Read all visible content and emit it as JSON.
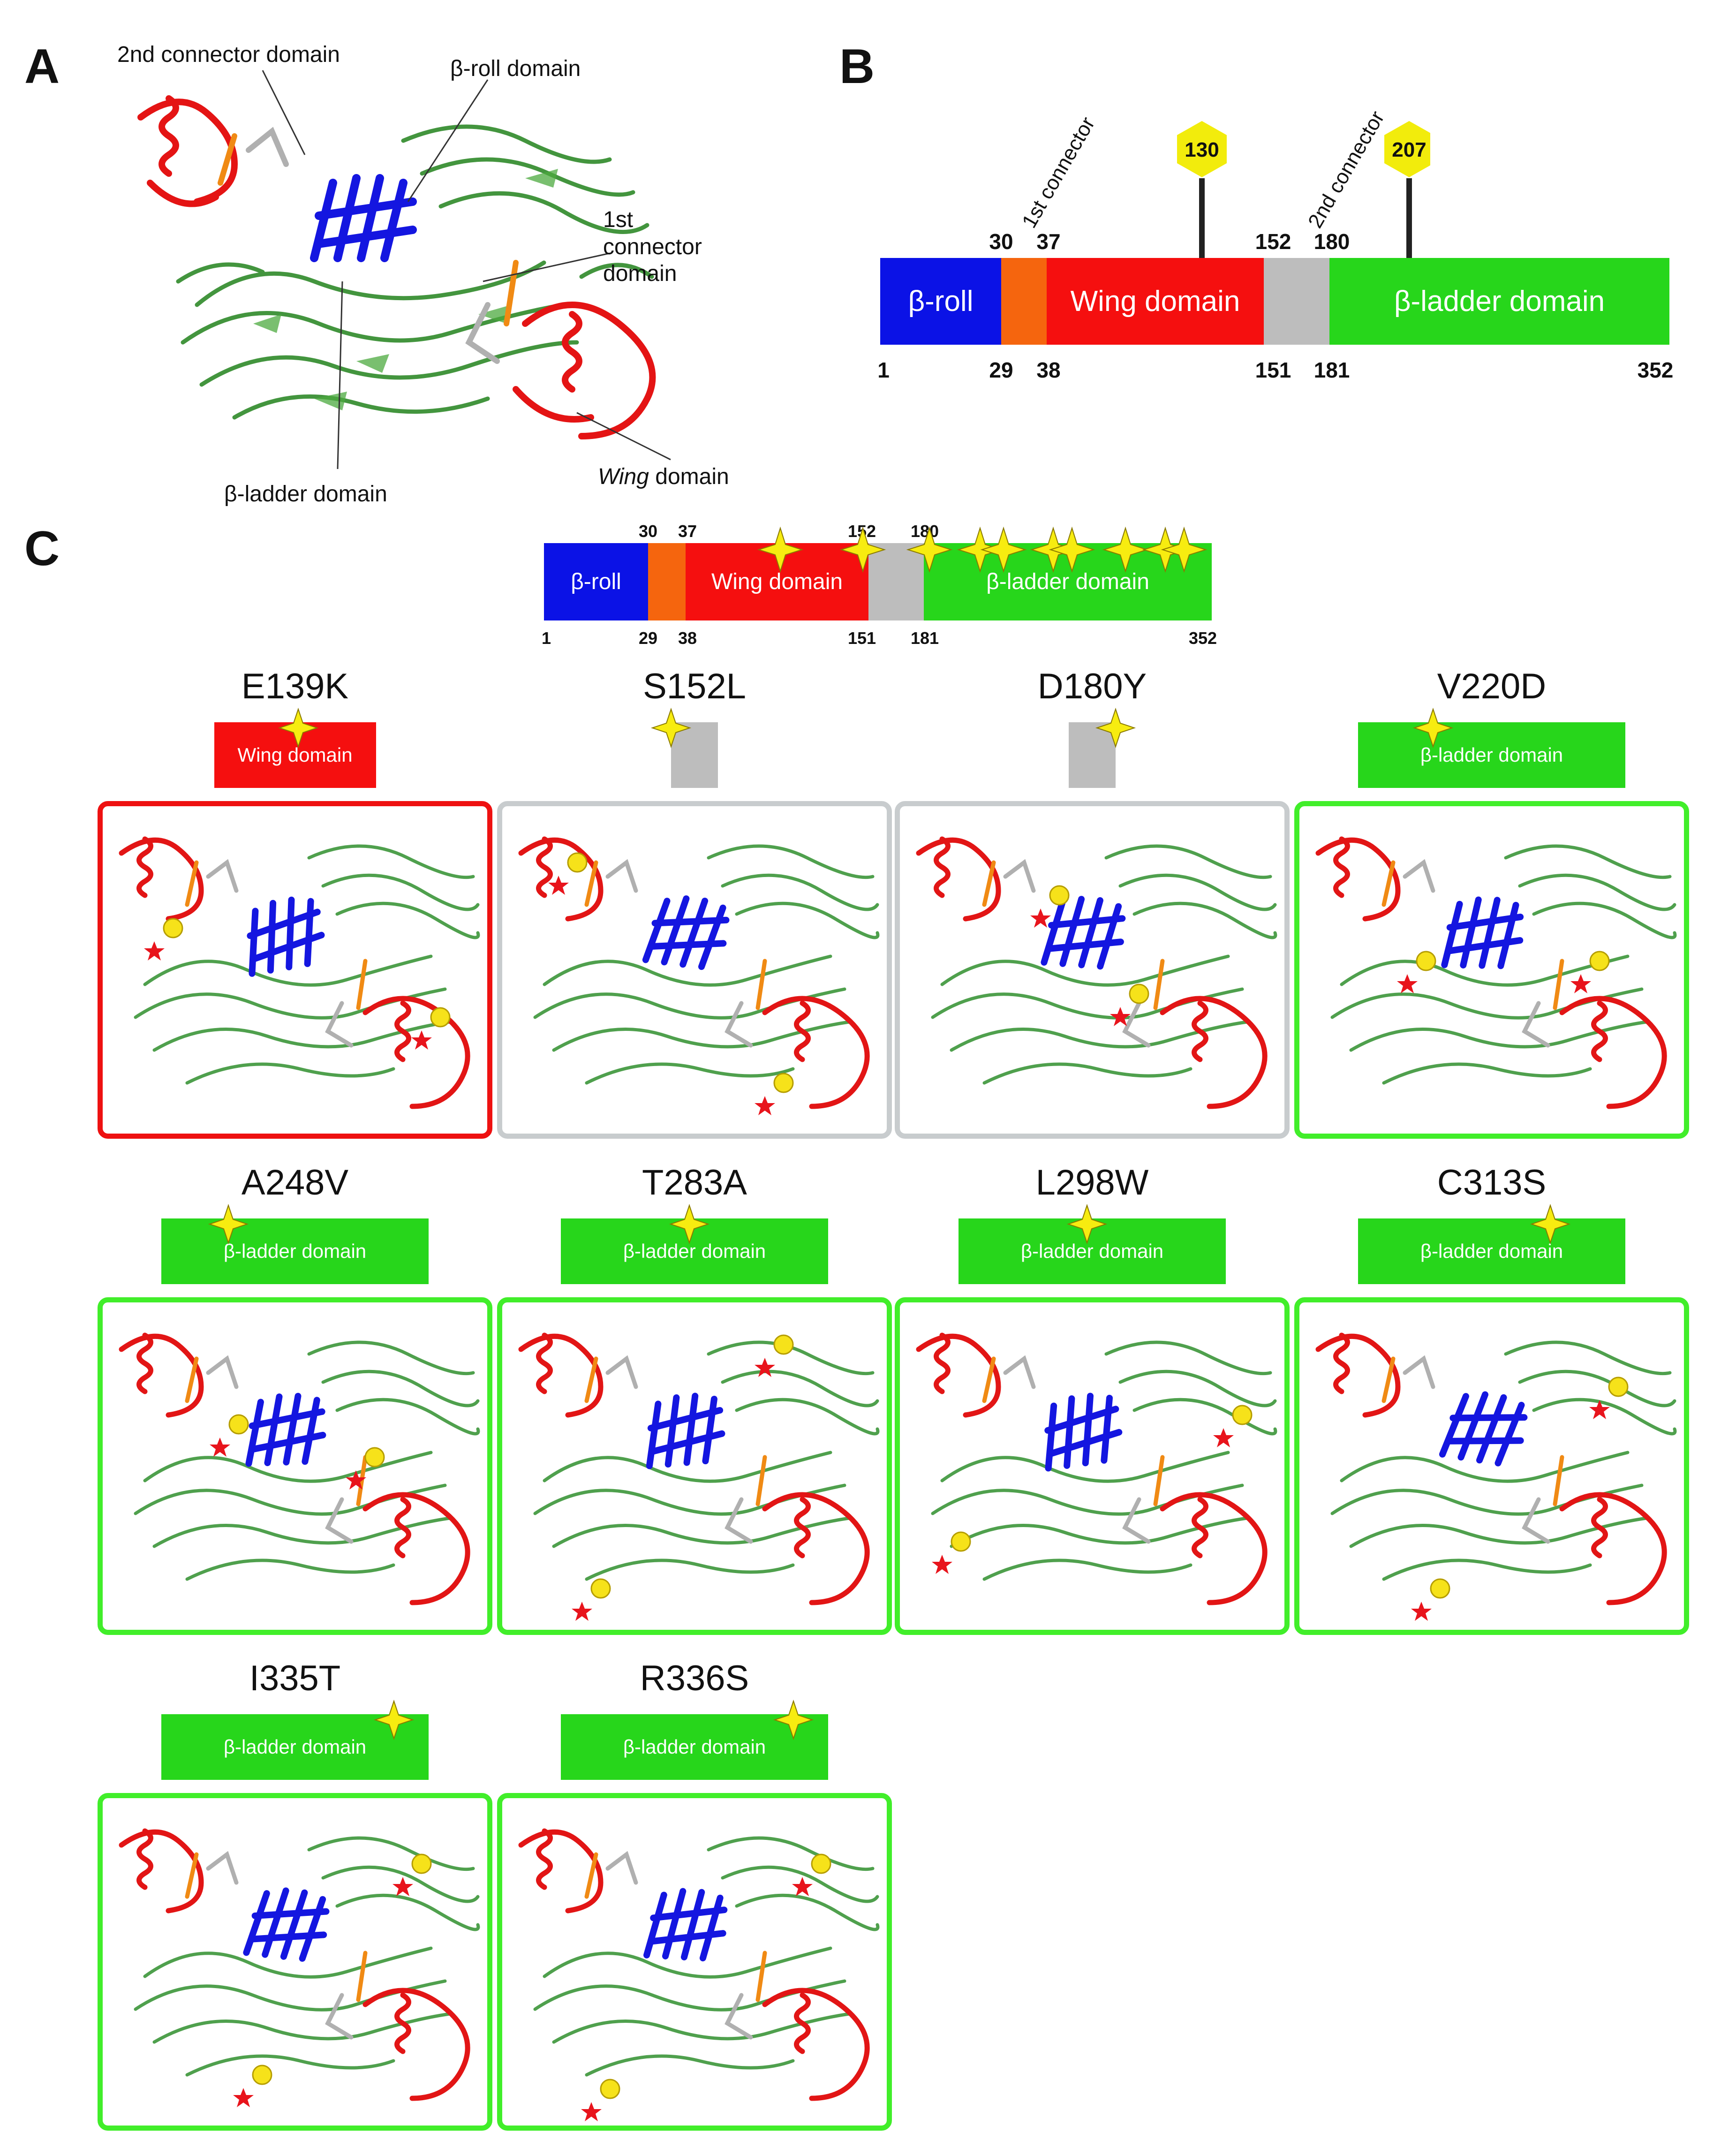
{
  "colors": {
    "beta_roll": "#0b12e6",
    "connector1": "#f5650e",
    "wing": "#f50f0f",
    "connector2": "#bdbdbd",
    "beta_ladder": "#27d61b",
    "hexagon": "#f2ec0c",
    "frame_red": "#ee1111",
    "frame_gray": "#c8ccce",
    "frame_green": "#41ee2a"
  },
  "panels": {
    "a": "A",
    "b": "B",
    "c": "C"
  },
  "panel_a": {
    "labels": {
      "second_connector": "2nd connector domain",
      "beta_roll": "β-roll domain",
      "first_connector": "1st\nconnector\ndomain",
      "beta_ladder": "β-ladder domain",
      "wing_italic": "Wing",
      "wing_rest": " domain"
    }
  },
  "panel_b": {
    "segments": [
      {
        "label": "β-roll"
      },
      {
        "label": ""
      },
      {
        "label": "Wing domain"
      },
      {
        "label": ""
      },
      {
        "label": "β-ladder domain"
      }
    ],
    "top_ticks": [
      "30",
      "37",
      "152",
      "180"
    ],
    "bottom_ticks": [
      "1",
      "29",
      "38",
      "151",
      "181",
      "352"
    ],
    "rotated": [
      "1st connector",
      "2nd connector"
    ],
    "sites": [
      "130",
      "207"
    ]
  },
  "panel_c": {
    "segments": [
      {
        "label": "β-roll"
      },
      {
        "label": ""
      },
      {
        "label": "Wing domain"
      },
      {
        "label": ""
      },
      {
        "label": "β-ladder domain"
      }
    ],
    "top_ticks": [
      "30",
      "37",
      "152",
      "180"
    ],
    "bottom_ticks": [
      "1",
      "29",
      "38",
      "151",
      "181",
      "352"
    ],
    "mutations": [
      {
        "name": "E139K",
        "domain": "Wing domain"
      },
      {
        "name": "S152L",
        "domain": ""
      },
      {
        "name": "D180Y",
        "domain": ""
      },
      {
        "name": "V220D",
        "domain": "β-ladder domain"
      },
      {
        "name": "A248V",
        "domain": "β-ladder domain"
      },
      {
        "name": "T283A",
        "domain": "β-ladder domain"
      },
      {
        "name": "L298W",
        "domain": "β-ladder domain"
      },
      {
        "name": "C313S",
        "domain": "β-ladder domain"
      },
      {
        "name": "I335T",
        "domain": "β-ladder domain"
      },
      {
        "name": "R336S",
        "domain": "β-ladder domain"
      }
    ]
  }
}
